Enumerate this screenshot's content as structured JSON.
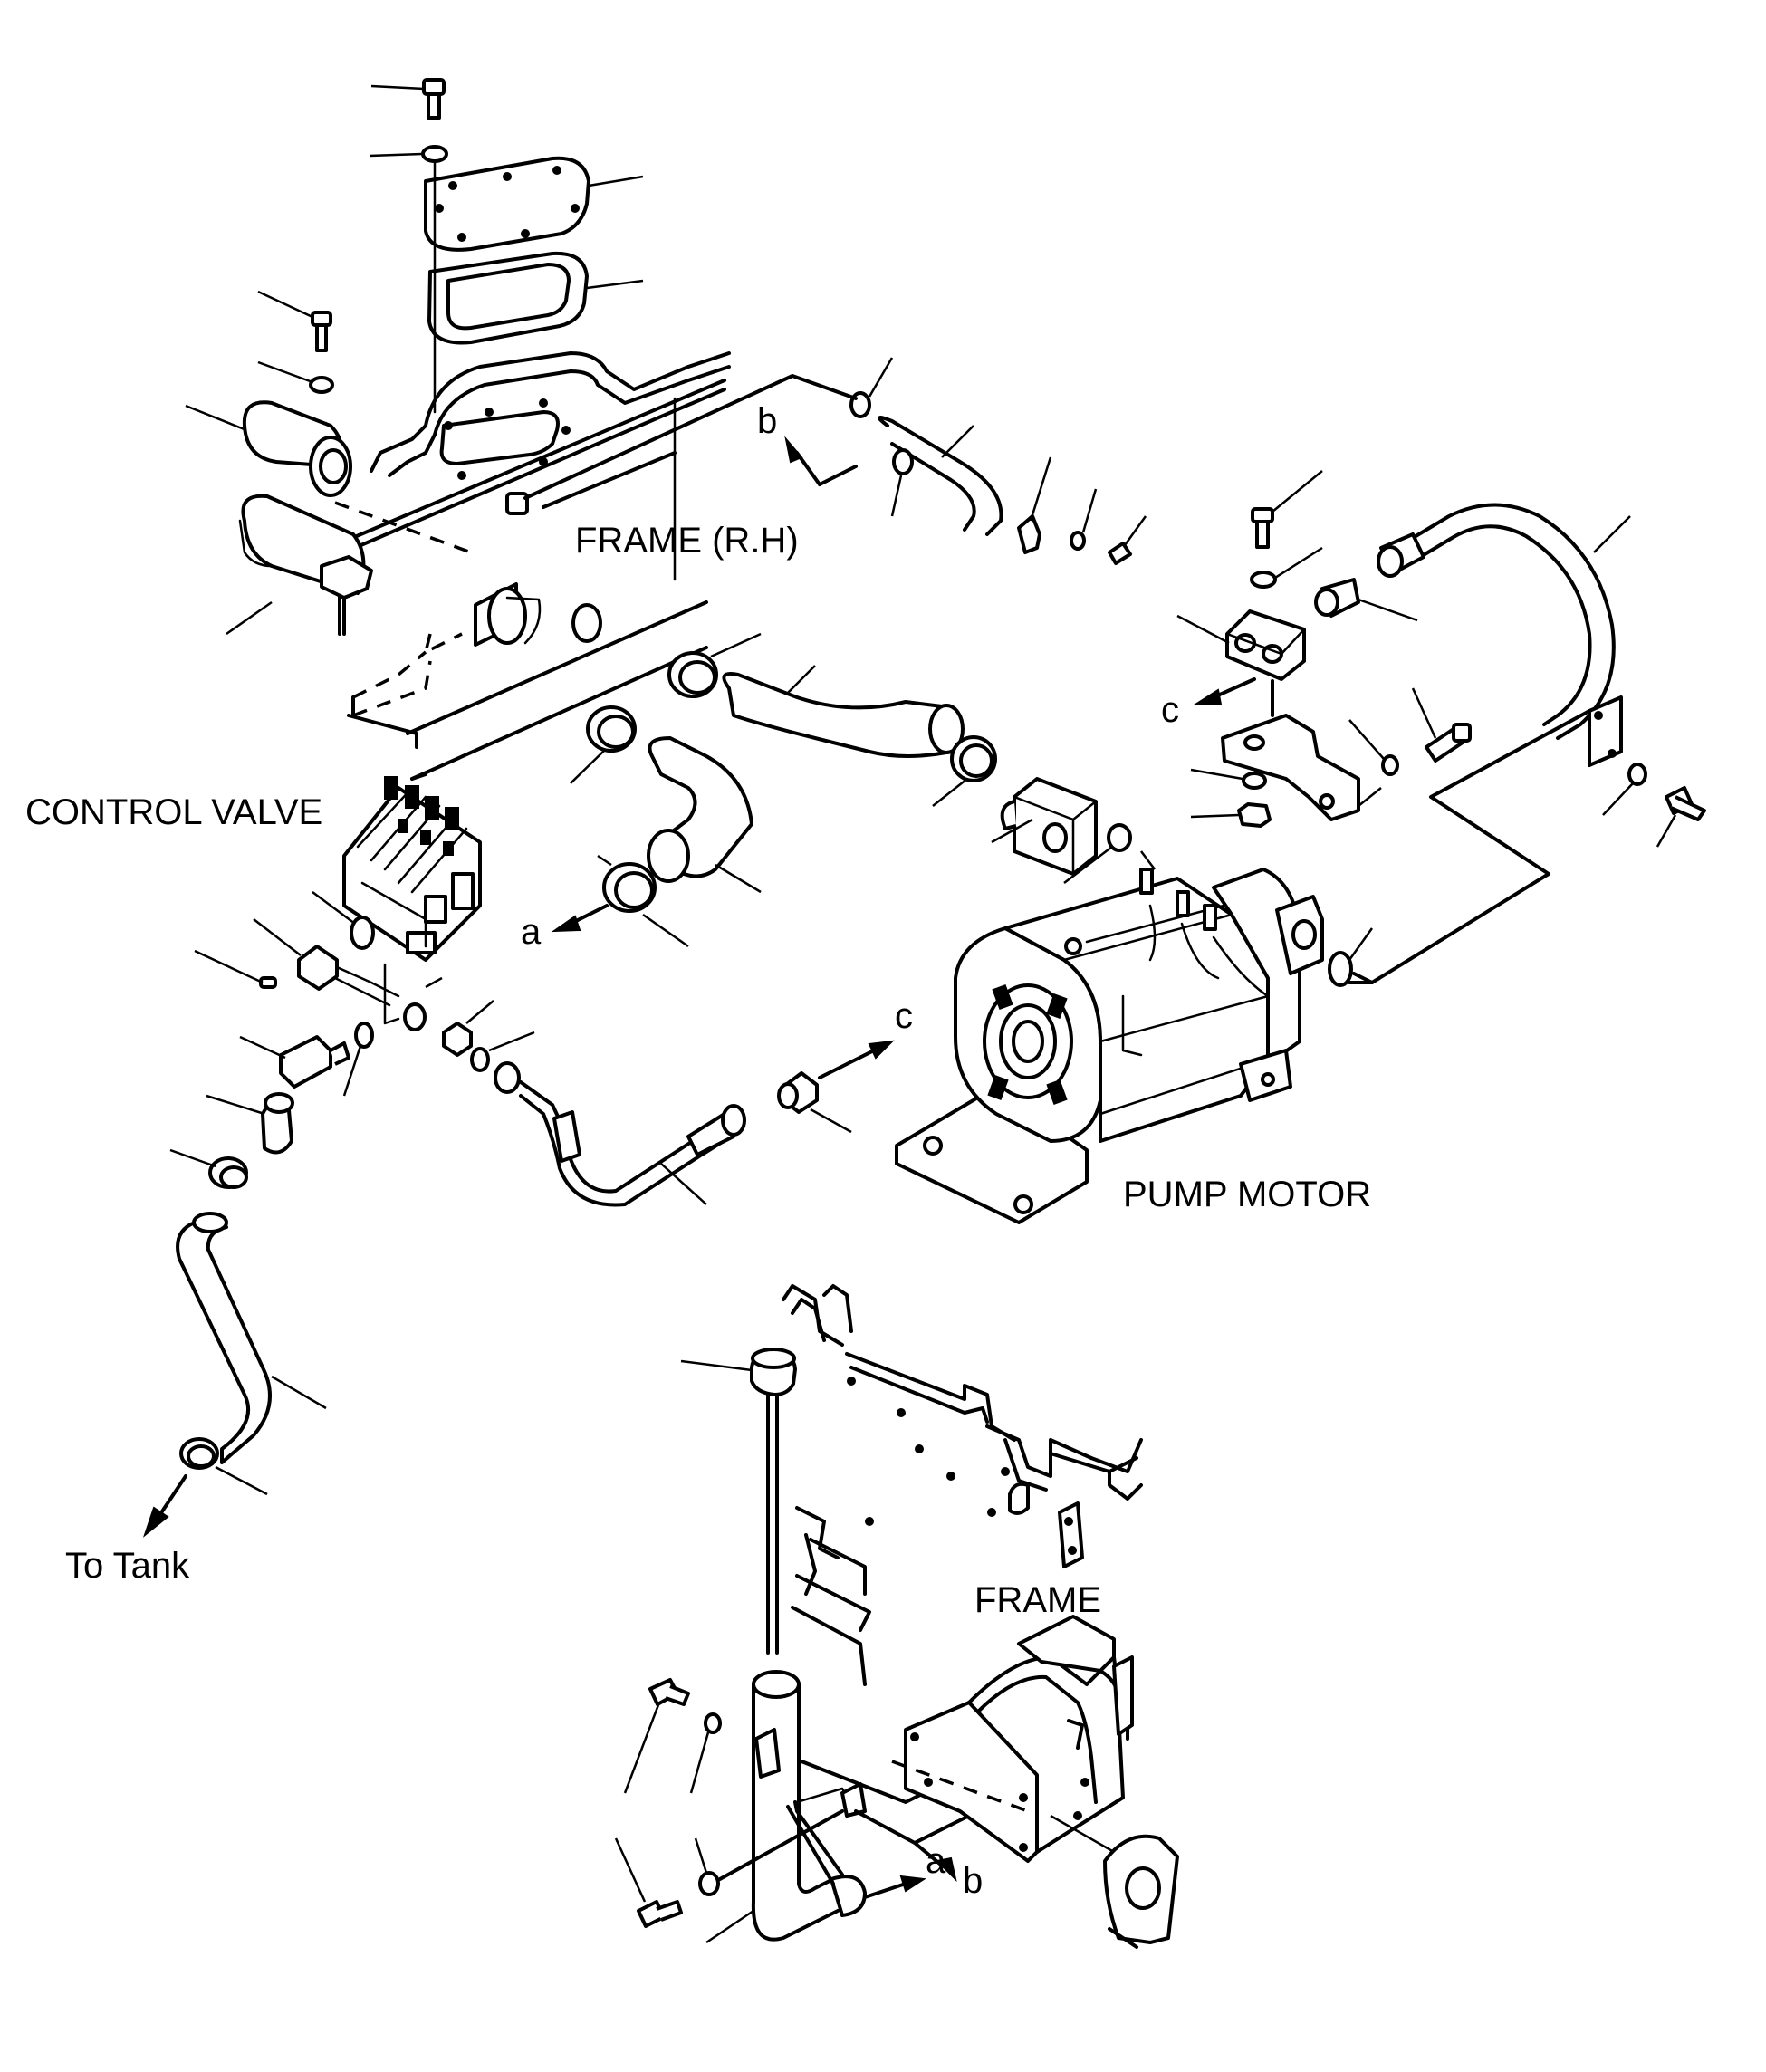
{
  "labels": {
    "frame_rh": "FRAME (R.H)",
    "control_valve": "CONTROL VALVE",
    "pump_motor": "PUMP MOTOR",
    "to_tank": "To Tank",
    "frame": "FRAME"
  },
  "refs": {
    "b_top": "b",
    "c_top": "c",
    "a_mid": "a",
    "c_mid": "c",
    "b_bottom": "b",
    "a_bottom": "a"
  },
  "colors": {
    "line": "#000000",
    "background": "#ffffff"
  }
}
